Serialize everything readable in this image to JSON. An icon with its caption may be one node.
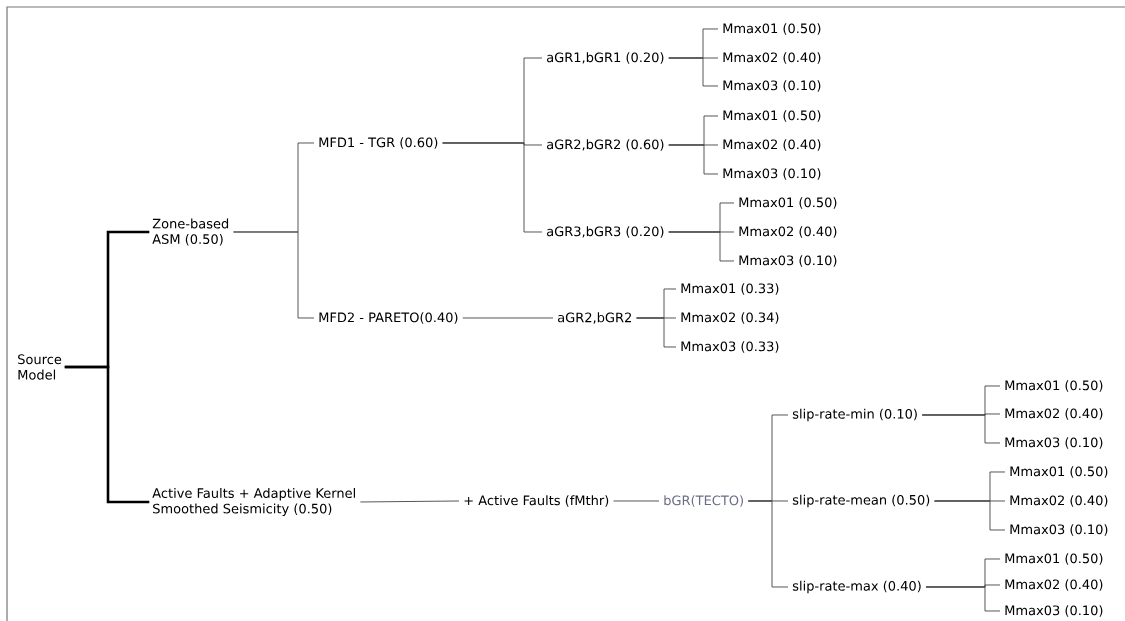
{
  "diagram": {
    "nodes": [
      {
        "text": [
          "Source Model"
        ]
      },
      {
        "text": [
          "Zone-based ASM (0.50)"
        ]
      },
      {
        "text": [
          "Active Faults + Adaptive Kernel Smoothed Seismicity (0.50)"
        ]
      },
      {
        "text": [
          "MFD1 - TGR (0.60)"
        ]
      },
      {
        "text": [
          "MFD2 - PARETO(0.40)"
        ]
      },
      {
        "text": [
          "aGR1,bGR1 (0.20)"
        ]
      },
      {
        "text": [
          "Mmax01 (0.50)"
        ]
      },
      {
        "text": [
          "Mmax02 (0.40)"
        ]
      },
      {
        "text": [
          "Mmax03 (0.10)"
        ]
      },
      {
        "text": [
          "aGR2,bGR2 (0.60)"
        ]
      },
      {
        "text": [
          "Mmax01 (0.50)"
        ]
      },
      {
        "text": [
          "Mmax02 (0.40)"
        ]
      },
      {
        "text": [
          "Mmax03 (0.10)"
        ]
      },
      {
        "text": [
          "aGR3,bGR3 (0.20)"
        ]
      },
      {
        "text": [
          "Mmax01 (0.50)"
        ]
      },
      {
        "text": [
          "Mmax02 (0.40)"
        ]
      },
      {
        "text": [
          "Mmax03 (0.10)"
        ]
      },
      {
        "text": [
          "aGR2,bGR2"
        ]
      },
      {
        "text": [
          "Mmax01 (0.33)"
        ]
      },
      {
        "text": [
          "Mmax02 (0.34)"
        ]
      },
      {
        "text": [
          "Mmax03 (0.33)"
        ]
      },
      {
        "text": [
          "+ Active Faults (fMthr)"
        ]
      },
      {
        "text": [
          "bGR(TECTO)"
        ]
      },
      {
        "text": [
          "slip-rate-min (0.10)"
        ]
      },
      {
        "text": [
          "Mmax01 (0.50)"
        ]
      },
      {
        "text": [
          "Mmax02 (0.40)"
        ]
      },
      {
        "text": [
          "Mmax03 (0.10)"
        ]
      },
      {
        "text": [
          "slip-rate-mean (0.50)"
        ]
      },
      {
        "text": [
          "Mmax01 (0.50)"
        ]
      },
      {
        "text": [
          "Mmax02 (0.40)"
        ]
      },
      {
        "text": [
          "Mmax03 (0.10)"
        ]
      },
      {
        "text": [
          "slip-rate-max (0.40)"
        ]
      },
      {
        "text": [
          "Mmax01 (0.50)"
        ]
      },
      {
        "text": [
          "Mmax02 (0.40)"
        ]
      },
      {
        "text": [
          "Mmax03 (0.10)"
        ]
      }
    ],
    "edges": [
      {
        "from": 0,
        "to": 1,
        "arrow": "none",
        "style": "thick"
      },
      {
        "from": 0,
        "to": 2,
        "arrow": "none",
        "style": "thick"
      },
      {
        "from": 1,
        "to": 3,
        "arrow": "none"
      },
      {
        "from": 1,
        "to": 4,
        "arrow": "none"
      },
      {
        "from": 3,
        "to": 5,
        "arrow": "none"
      },
      {
        "from": 3,
        "to": 9,
        "arrow": "none"
      },
      {
        "from": 3,
        "to": 13,
        "arrow": "none"
      },
      {
        "from": 5,
        "to": 6,
        "arrow": "none"
      },
      {
        "from": 5,
        "to": 7,
        "arrow": "none"
      },
      {
        "from": 5,
        "to": 8,
        "arrow": "none"
      },
      {
        "from": 9,
        "to": 10,
        "arrow": "none"
      },
      {
        "from": 9,
        "to": 11,
        "arrow": "none"
      },
      {
        "from": 9,
        "to": 12,
        "arrow": "none"
      },
      {
        "from": 13,
        "to": 14,
        "arrow": "none"
      },
      {
        "from": 13,
        "to": 15,
        "arrow": "none"
      },
      {
        "from": 13,
        "to": 16,
        "arrow": "none"
      },
      {
        "from": 4,
        "to": 17,
        "arrow": "none"
      },
      {
        "from": 17,
        "to": 18,
        "arrow": "none"
      },
      {
        "from": 17,
        "to": 19,
        "arrow": "none"
      },
      {
        "from": 17,
        "to": 20,
        "arrow": "none"
      },
      {
        "from": 2,
        "to": 21,
        "arrow": "none"
      },
      {
        "from": 21,
        "to": 22,
        "arrow": "none"
      },
      {
        "from": 22,
        "to": 23,
        "arrow": "none"
      },
      {
        "from": 22,
        "to": 27,
        "arrow": "none"
      },
      {
        "from": 22,
        "to": 31,
        "arrow": "none"
      },
      {
        "from": 23,
        "to": 24,
        "arrow": "none"
      },
      {
        "from": 23,
        "to": 25,
        "arrow": "none"
      },
      {
        "from": 23,
        "to": 26,
        "arrow": "none"
      },
      {
        "from": 27,
        "to": 28,
        "arrow": "none"
      },
      {
        "from": 27,
        "to": 29,
        "arrow": "none"
      },
      {
        "from": 27,
        "to": 30,
        "arrow": "none"
      },
      {
        "from": 31,
        "to": 32,
        "arrow": "none"
      },
      {
        "from": 31,
        "to": 33,
        "arrow": "none"
      },
      {
        "from": 31,
        "to": 34,
        "arrow": "none"
      }
    ]
  }
}
